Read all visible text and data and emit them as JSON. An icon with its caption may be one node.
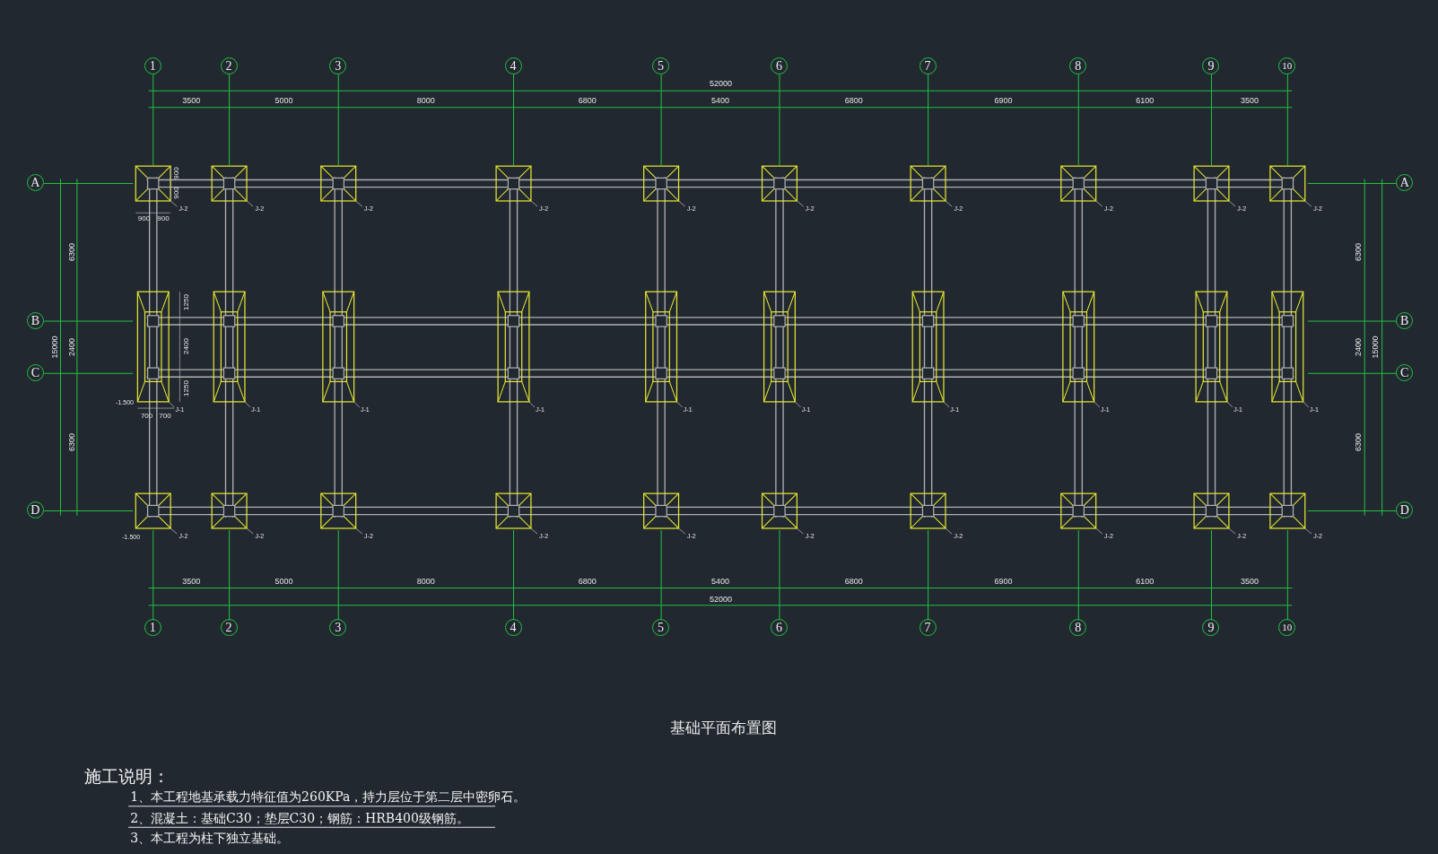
{
  "diagram": {
    "title": "基础平面布置图",
    "labels": [
      "1",
      "2",
      "3",
      "4",
      "5",
      "6",
      "7",
      "8",
      "9",
      "10",
      "52000",
      "3500",
      "5000",
      "8000",
      "6800",
      "5400",
      "6800",
      "6900",
      "6100",
      "3500",
      "A",
      "A",
      "900",
      "900",
      "J-2",
      "J-2",
      "J-2",
      "J-2",
      "J-2",
      "J-2",
      "J-2",
      "J-2",
      "J-2",
      "J-2",
      "900",
      "900",
      "6300",
      "6300",
      "1250",
      "B",
      "B",
      "15000",
      "2400",
      "2400",
      "2400",
      "15000",
      "C",
      "C",
      "1250",
      "-1.500",
      "J-1",
      "J-1",
      "J-1",
      "J-1",
      "J-1",
      "J-1",
      "J-1",
      "J-1",
      "J-1",
      "J-1",
      "700",
      "700",
      "6300",
      "6300",
      "D",
      "D",
      "-1.500",
      "J-2",
      "J-2",
      "J-2",
      "J-2",
      "J-2",
      "J-2",
      "J-2",
      "J-2",
      "J-2",
      "J-2",
      "3500",
      "5000",
      "8000",
      "6800",
      "5400",
      "6800",
      "6900",
      "6100",
      "3500",
      "52000",
      "1",
      "2",
      "3",
      "4",
      "5",
      "6",
      "7",
      "8",
      "9",
      "10",
      "施工说明：",
      "1、本工程地基承载力特征值为260KPa，持力层位于第二层中密卵石。",
      "2、混凝土：基础C30；垫层C30；钢筋：HRB400级钢筋。",
      "3、本工程为柱下独立基础。"
    ]
  }
}
